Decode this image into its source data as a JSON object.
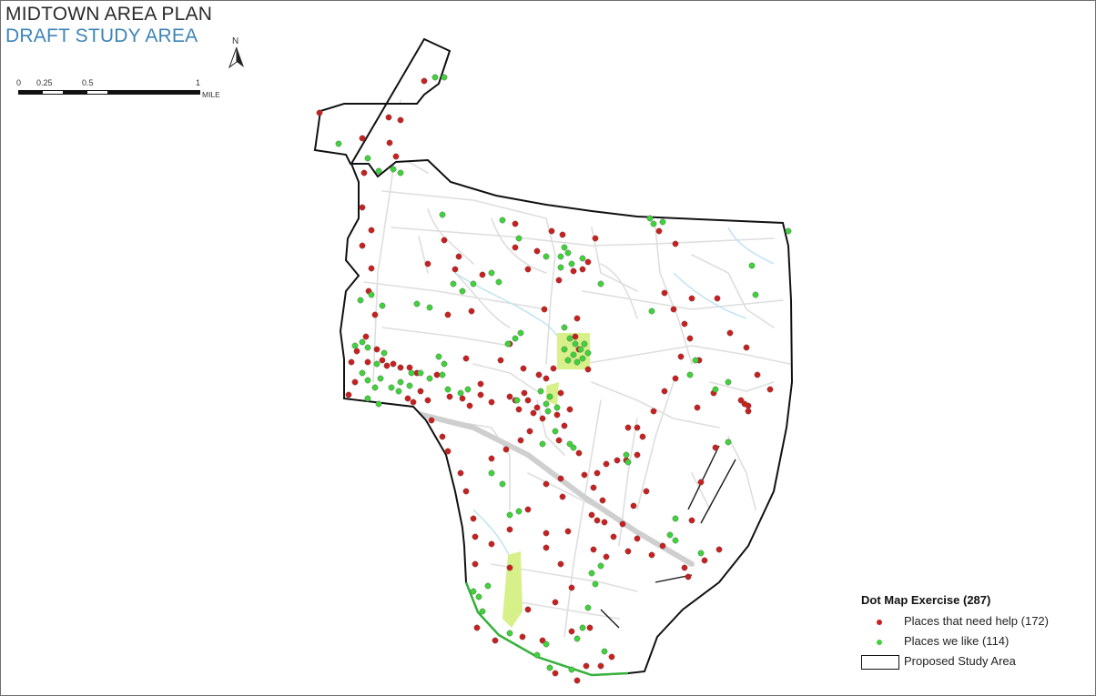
{
  "header": {
    "title": "MIDTOWN AREA PLAN",
    "subtitle": "DRAFT STUDY AREA"
  },
  "north_arrow": {
    "label": "N"
  },
  "scale_bar": {
    "ticks": [
      "0",
      "0.25",
      "0.5",
      "1"
    ],
    "unit": "MILE"
  },
  "legend": {
    "title": "Dot Map Exercise (287)",
    "items": [
      {
        "label": "Places that need help (172)",
        "symbol": "red-dot",
        "color": "#c8201f"
      },
      {
        "label": "Places we like (114)",
        "symbol": "green-dot",
        "color": "#3fd23a"
      },
      {
        "label": "Proposed Study Area",
        "symbol": "outline-box",
        "color": "#111111"
      }
    ]
  },
  "colors": {
    "need_help": "#c8201f",
    "we_like": "#3fd23a",
    "boundary": "#111111",
    "streets": "#d9d9d9",
    "highway": "#cfcfcf",
    "water": "#bfe3f2",
    "park": "#d7f08a"
  }
}
